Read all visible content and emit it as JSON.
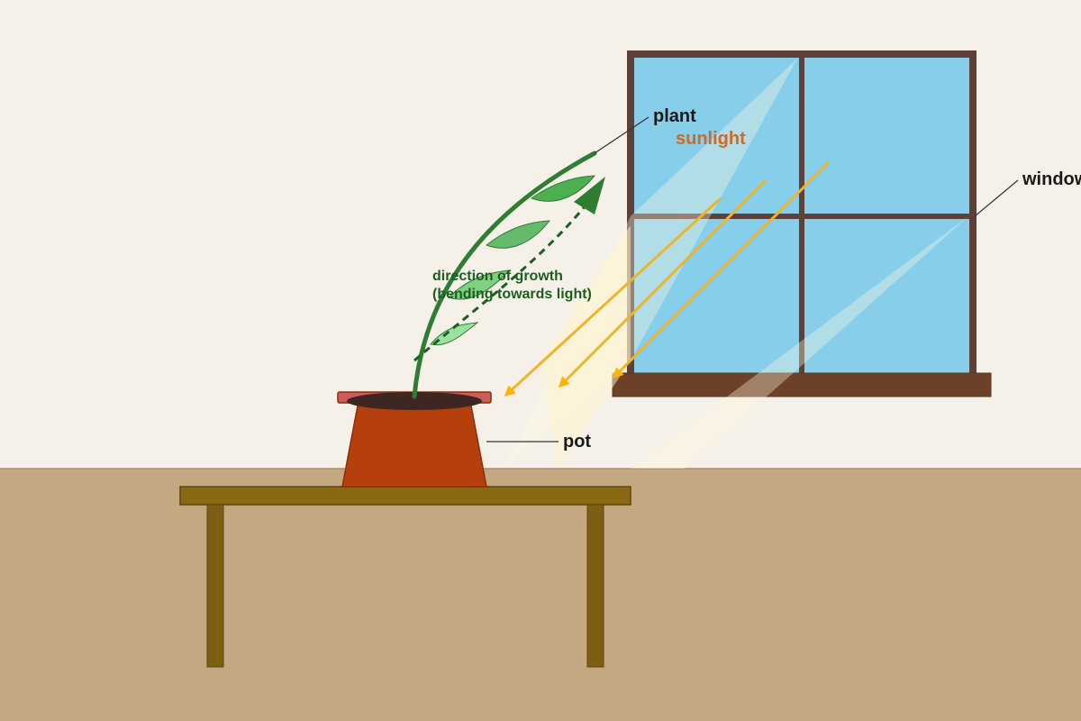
{
  "labels": {
    "plant": "plant",
    "sunlight": "sunlight",
    "window": "window",
    "pot": "pot",
    "growth_line1": "direction of growth",
    "growth_line2": "(bending towards light)"
  },
  "colors": {
    "wall": "#f5f0e8",
    "floor": "#c4a882",
    "window_frame": "#5d4037",
    "window_glass": "#87ceeb",
    "window_sill": "#6d4128",
    "table": "#8b6914",
    "pot_body": "#b5400e",
    "pot_rim": "#cd5c5c",
    "soil": "#3e2723",
    "stem": "#2e7d32",
    "leaf": "#66bb6a",
    "sunlight_ray": "#f0b429",
    "sunlight_label": "#d2691e",
    "growth_text": "#1b5e20",
    "label_text": "#1a1a1a"
  }
}
